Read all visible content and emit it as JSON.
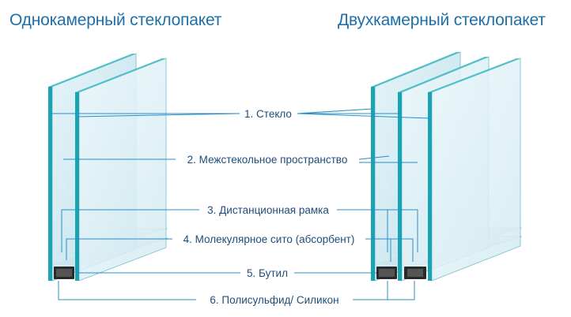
{
  "titles": {
    "single": "Однокамерный стеклопакет",
    "double": "Двухкамерный стеклопакет"
  },
  "labels": [
    "1. Стекло",
    "2. Межстекольное пространство",
    "3. Дистанционная рамка",
    "4. Молекулярное сито (абсорбент)",
    "5. Бутил",
    "6. Полисульфид/ Силикон"
  ],
  "colors": {
    "title": "#1f6fa8",
    "label": "#1f4e79",
    "leader": "#2a8fc6",
    "glass_edge": "#1aa3b0",
    "glass_face": "#cfe9f1",
    "butyl": "#2a2a2a"
  }
}
